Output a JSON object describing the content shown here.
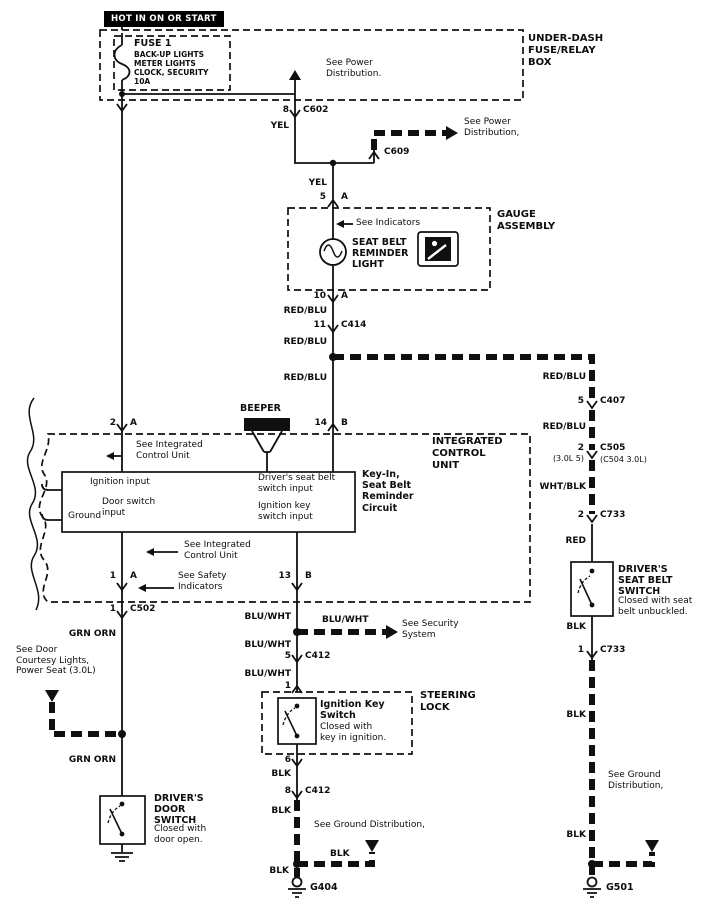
{
  "colors": {
    "line": "#101010",
    "background": "#ffffff"
  },
  "header": {
    "hot": "HOT IN ON OR START"
  },
  "fuse": {
    "name": "FUSE 1",
    "details": "BACK-UP LIGHTS\nMETER LIGHTS\nCLOCK, SECURITY\n10A"
  },
  "boxes": {
    "under_dash": "UNDER-DASH\nFUSE/RELAY\nBOX",
    "gauge": "GAUGE\nASSEMBLY",
    "icu": "INTEGRATED\nCONTROL\nUNIT",
    "steering": "STEERING\nLOCK"
  },
  "refs": {
    "power_top": "See Power\nDistribution.",
    "power_right": "See Power\nDistribution,",
    "indicators": "See Indicators",
    "icu_top": "See Integrated\nControl Unit",
    "icu_bottom": "See Integrated\nControl Unit",
    "safety": "See Safety\nIndicators",
    "security": "See Security\nSystem",
    "door_courtesy": "See Door\nCourtesy Lights,\nPower Seat (3.0L)",
    "ground_center": "See Ground Distribution,",
    "ground_right": "See Ground\nDistribution,"
  },
  "connectors": {
    "c602": {
      "pin": "8",
      "name": "C602"
    },
    "c609": {
      "name": "C609"
    },
    "gauge_in": {
      "pin": "5",
      "name": "A"
    },
    "gauge_out": {
      "pin": "10",
      "name": "A"
    },
    "c414": {
      "pin": "11",
      "name": "C414"
    },
    "icu_a2": {
      "pin": "2",
      "name": "A"
    },
    "icu_b14": {
      "pin": "14",
      "name": "B"
    },
    "icu_a1": {
      "pin": "1",
      "name": "A"
    },
    "icu_b13": {
      "pin": "13",
      "name": "B"
    },
    "c502": {
      "pin": "1",
      "name": "C502"
    },
    "c412_upper": {
      "pin": "5",
      "name": "C412"
    },
    "steering_in": {
      "pin": "1"
    },
    "steering_out": {
      "pin": "6"
    },
    "c412_lower": {
      "pin": "8",
      "name": "C412"
    },
    "c407": {
      "pin": "5",
      "name": "C407"
    },
    "c505": {
      "pin": "2",
      "name": "C505",
      "pin_note": "(3.0L 5)",
      "name_note": "(C504 3.0L)"
    },
    "c733_upper": {
      "pin": "2",
      "name": "C733"
    },
    "c733_lower": {
      "pin": "1",
      "name": "C733"
    }
  },
  "wires": {
    "yel_1": "YEL",
    "yel_2": "YEL",
    "red_blu_1": "RED/BLU",
    "red_blu_2": "RED/BLU",
    "red_blu_3": "RED/BLU",
    "red_blu_4": "RED/BLU",
    "red_blu_5": "RED/BLU",
    "wht_blk": "WHT/BLK",
    "red": "RED",
    "grn_orn_1": "GRN ORN",
    "grn_orn_2": "GRN ORN",
    "blu_wht_1": "BLU/WHT",
    "blu_wht_2": "BLU/WHT",
    "blu_wht_3": "BLU/WHT",
    "blu_wht_4": "BLU/WHT",
    "blk_1": "BLK",
    "blk_2": "BLK",
    "blk_3": "BLK",
    "blk_4": "BLK",
    "blk_5": "BLK",
    "blk_6": "BLK",
    "blk_7": "BLK"
  },
  "components": {
    "beeper": "BEEPER",
    "lamp": "SEAT BELT\nREMINDER\nLIGHT",
    "icu_circuit": "Key-In,\nSeat Belt\nReminder\nCircuit",
    "icu_pins": {
      "ignition": "Ignition input",
      "door": "Door switch\ninput",
      "ground": "Ground",
      "belt": "Driver's seat belt\nswitch input",
      "key": "Ignition key\nswitch input"
    },
    "door_switch": {
      "title": "DRIVER'S\nDOOR\nSWITCH",
      "desc": "Closed with\ndoor open."
    },
    "belt_switch": {
      "title": "DRIVER'S\nSEAT BELT\nSWITCH",
      "desc": "Closed with seat\nbelt unbuckled."
    },
    "key_switch": {
      "title": "Ignition Key\nSwitch",
      "desc": "Closed with\nkey in ignition."
    }
  },
  "grounds": {
    "g404": "G404",
    "g501": "G501"
  }
}
